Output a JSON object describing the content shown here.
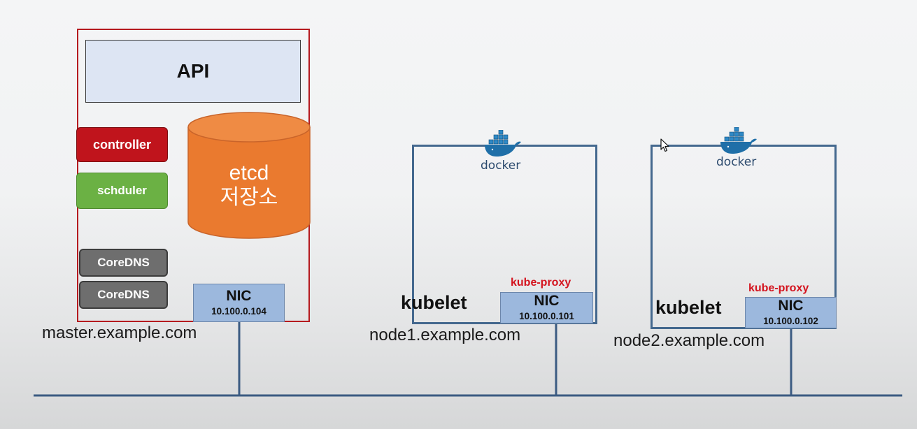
{
  "master": {
    "api_label": "API",
    "controller_label": "controller",
    "scheduler_label": "schduler",
    "coredns_1": "CoreDNS",
    "coredns_2": "CoreDNS",
    "etcd_line1": "etcd",
    "etcd_line2": "저장소",
    "nic_label": "NIC",
    "nic_ip": "10.100.0.104",
    "hostname": "master.example.com"
  },
  "node1": {
    "docker_label": "docker",
    "kube_proxy_label": "kube-proxy",
    "kubelet_label": "kubelet",
    "nic_label": "NIC",
    "nic_ip": "10.100.0.101",
    "hostname": "node1.example.com"
  },
  "node2": {
    "docker_label": "docker",
    "kube_proxy_label": "kube-proxy",
    "kubelet_label": "kubelet",
    "nic_label": "NIC",
    "nic_ip": "10.100.0.102",
    "hostname": "node2.example.com"
  },
  "colors": {
    "master_border": "#b51a1f",
    "api_fill": "#dde5f3",
    "controller_fill": "#c0141c",
    "scheduler_fill": "#6bb144",
    "coredns_fill": "#6e6e6e",
    "etcd_fill": "#ea7a2f",
    "nic_fill": "#9cb8dd",
    "node_border": "#44688e",
    "kube_proxy_text": "#d4141f",
    "network_line": "#3b5b82"
  }
}
